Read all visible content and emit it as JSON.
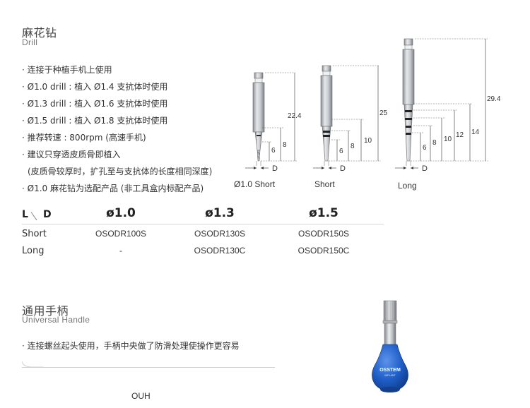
{
  "drill": {
    "title": "麻花钻",
    "subtitle": "Drill",
    "bullets": [
      "· 连接于种植手机上使用",
      "· Ø1.0 drill : 植入 Ø1.4 支抗体时使用",
      "· Ø1.3 drill : 植入 Ø1.6 支抗体时使用",
      "· Ø1.5 drill : 植入 Ø1.8 支抗体时使用",
      "· 推荐转速 : 800rpm (高速手机)",
      "· 建议只穿透皮质骨即植入",
      "(皮质骨较厚时，扩孔至与支抗体的长度相同深度)",
      "· Ø1.0 麻花钻为选配产品 (非工具盒内标配产品)"
    ],
    "diagram": {
      "labels": [
        "Ø1.0 Short",
        "Short",
        "Long"
      ],
      "dim_d": "D",
      "dims_a": [
        "22.4",
        "8",
        "6"
      ],
      "dims_b": [
        "25",
        "10",
        "8",
        "6"
      ],
      "dims_c": [
        "29.4",
        "14",
        "12",
        "10",
        "8",
        "6"
      ]
    },
    "table": {
      "corner_l": "L",
      "corner_d": "D",
      "headers": [
        "ø1.0",
        "ø1.3",
        "ø1.5"
      ],
      "rows": [
        {
          "label": "Short",
          "cells": [
            "OSODR100S",
            "OSODR130S",
            "OSODR150S"
          ]
        },
        {
          "label": "Long",
          "cells": [
            "-",
            "OSODR130C",
            "OSODR150C"
          ]
        }
      ]
    }
  },
  "handle": {
    "title": "通用手柄",
    "subtitle": "Universal Handle",
    "description": "· 连接螺丝起头使用，手柄中央做了防滑处理使操作更容易",
    "product_code": "OUH",
    "brand": "OSSTEM",
    "brand_sub": "IMPLANT",
    "colors": {
      "handle_blue": "#1f5fc9",
      "metal": "#b9bdc2"
    }
  }
}
